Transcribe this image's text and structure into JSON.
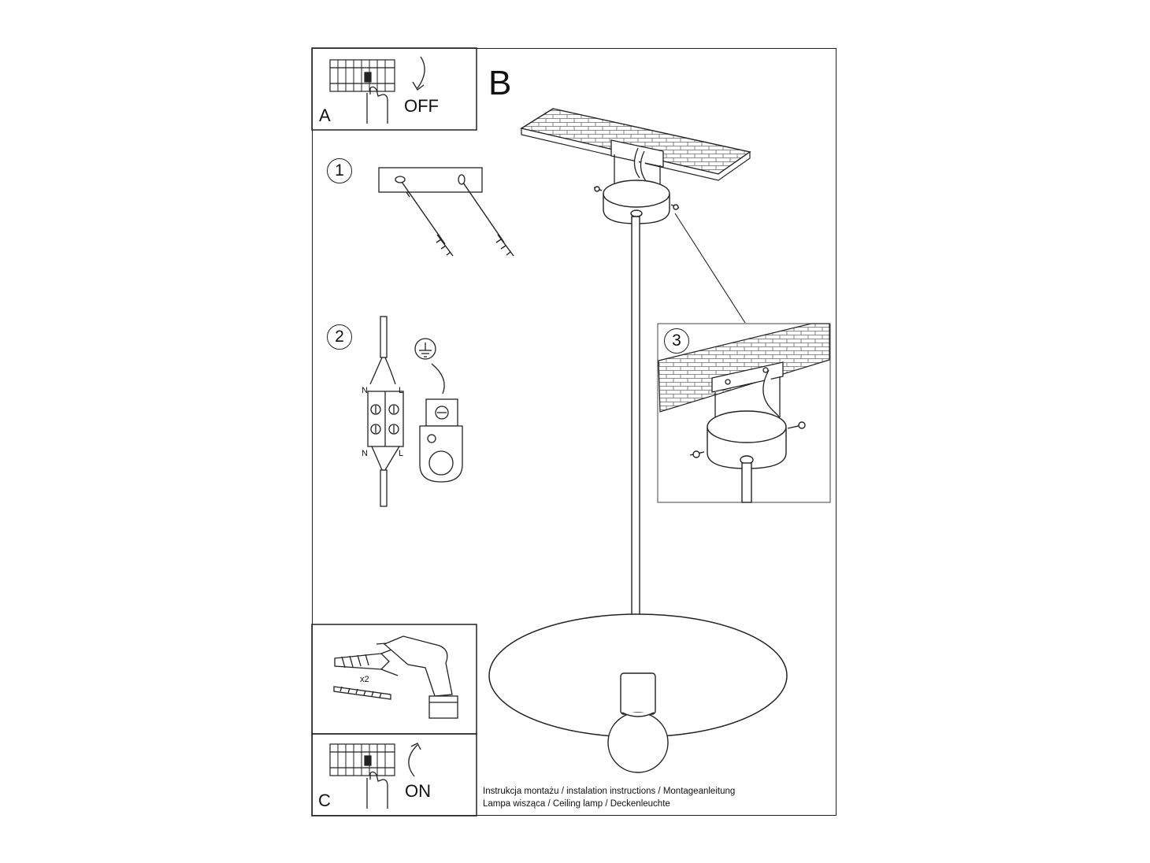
{
  "panels": {
    "a": {
      "letter": "A",
      "switch_label": "OFF"
    },
    "b": {
      "letter": "B"
    },
    "c": {
      "letter": "C",
      "switch_label": "ON"
    }
  },
  "steps": {
    "step1": {
      "number": "1"
    },
    "step2": {
      "number": "2",
      "wire_top_n": "N",
      "wire_top_l": "L",
      "wire_bottom_n": "N",
      "wire_bottom_l": "L"
    },
    "step3": {
      "number": "3"
    }
  },
  "tools": {
    "quantity": "x2"
  },
  "footer": {
    "line1": "Instrukcja montażu / instalation instructions / Montageanleitung",
    "line2": "Lampa wisząca / Ceiling lamp  / Deckenleuchte"
  },
  "icons": [
    "circuit-breaker-icon",
    "hand-icon",
    "arrow-down-icon",
    "arrow-up-icon",
    "ground-icon",
    "drill-icon",
    "wall-plug-icon",
    "screw-icon",
    "light-bulb-icon"
  ]
}
